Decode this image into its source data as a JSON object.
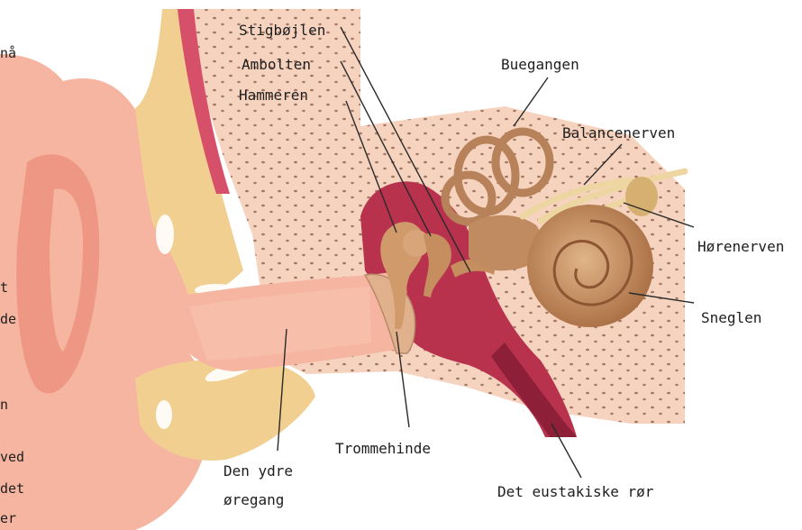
{
  "labels": {
    "stigbojlen": "Stigbøjlen",
    "ambolten": "Ambolten",
    "hammeren": "Hammeren",
    "buegangen": "Buegangen",
    "balancenerven": "Balancenerven",
    "horenerven": "Hørenerven",
    "sneglen": "Sneglen",
    "trommehinde": "Trommehinde",
    "ydre_line1": "Den ydre",
    "ydre_line2": "øregang",
    "eustakiske": "Det eustakiske rør"
  },
  "left_text_fragments": [
    "nå",
    "t",
    "de",
    "n",
    "ved",
    "det",
    "er"
  ],
  "colors": {
    "skin": "#f6b5a0",
    "skin_dark": "#ee9784",
    "cartilage": "#f1cf90",
    "bone": "#f5d6c4",
    "cavity": "#b8324e",
    "ossicle": "#d09a6a",
    "leader": "#2a2a2a"
  }
}
